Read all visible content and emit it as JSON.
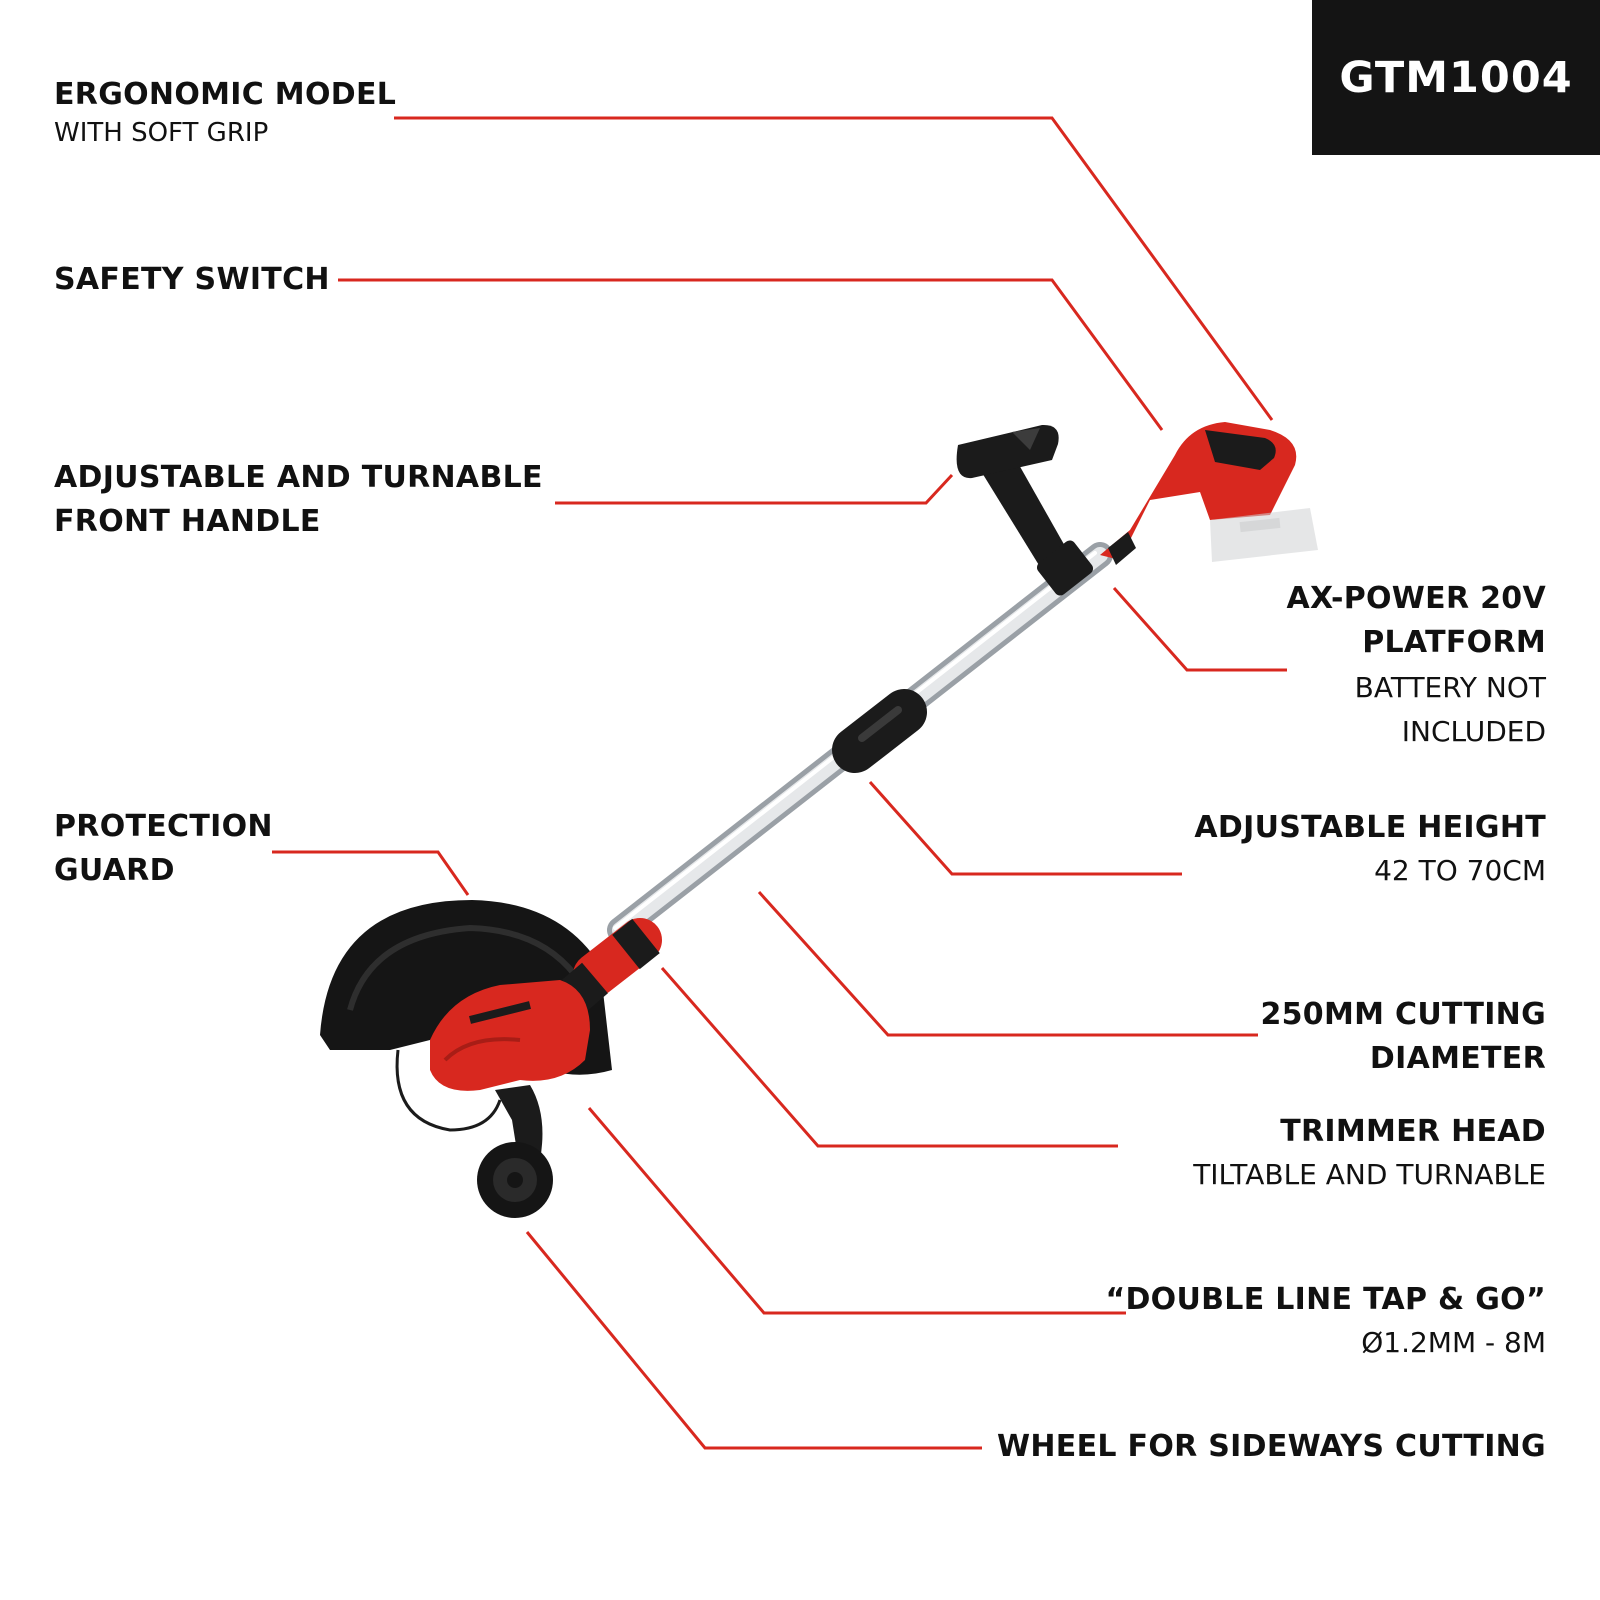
{
  "model": "GTM1004",
  "accent_color": "#d8281f",
  "callouts": {
    "ergonomic": {
      "title": "ERGONOMIC MODEL",
      "sub": "WITH SOFT GRIP"
    },
    "safety": {
      "title": "SAFETY SWITCH"
    },
    "front_handle": {
      "title_1": "ADJUSTABLE AND TURNABLE",
      "title_2": "FRONT HANDLE"
    },
    "protection": {
      "title_1": "PROTECTION",
      "title_2": "GUARD"
    },
    "platform": {
      "title_1": "AX-POWER 20V",
      "title_2": "PLATFORM",
      "sub_1": "BATTERY NOT",
      "sub_2": "INCLUDED"
    },
    "height": {
      "title": "ADJUSTABLE HEIGHT",
      "sub": "42 TO 70CM"
    },
    "cutting": {
      "title_1": "250MM CUTTING",
      "title_2": "DIAMETER"
    },
    "head": {
      "title": "TRIMMER HEAD",
      "sub": "TILTABLE AND TURNABLE"
    },
    "line": {
      "title": "“DOUBLE LINE TAP & GO”",
      "sub": "Ø1.2MM - 8M"
    },
    "wheel": {
      "title": "WHEEL FOR SIDEWAYS CUTTING"
    }
  }
}
